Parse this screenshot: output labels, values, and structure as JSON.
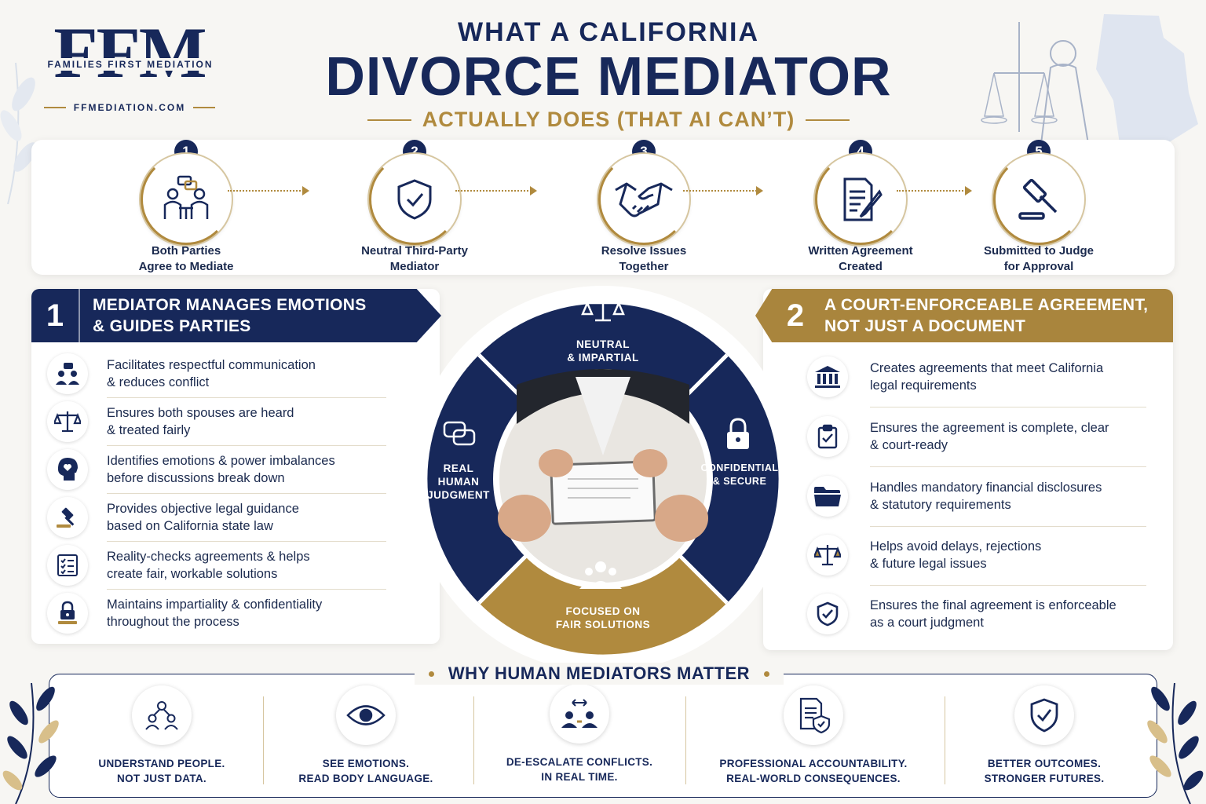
{
  "logo": {
    "mark": "FFM",
    "name": "FAMILIES FIRST MEDIATION",
    "url": "FFMEDIATION.COM"
  },
  "title": {
    "line1": "WHAT A CALIFORNIA",
    "line2": "DIVORCE MEDIATOR",
    "line3": "ACTUALLY DOES (THAT AI CAN’T)"
  },
  "process": [
    {
      "num": "1",
      "label1": "Both Parties",
      "label2": "Agree to Mediate",
      "icon": "meeting-icon"
    },
    {
      "num": "2",
      "label1": "Neutral Third-Party",
      "label2": "Mediator",
      "icon": "shield-check-icon"
    },
    {
      "num": "3",
      "label1": "Resolve Issues",
      "label2": "Together",
      "icon": "handshake-icon"
    },
    {
      "num": "4",
      "label1": "Written Agreement",
      "label2": "Created",
      "icon": "document-pen-icon"
    },
    {
      "num": "5",
      "label1": "Submitted to Judge",
      "label2": "for Approval",
      "icon": "gavel-icon"
    }
  ],
  "left": {
    "num": "1",
    "title1": "MEDIATOR MANAGES EMOTIONS",
    "title2": "& GUIDES PARTIES",
    "items": [
      {
        "l1": "Facilitates respectful communication",
        "l2": "& reduces conflict",
        "icon": "people-chat-icon"
      },
      {
        "l1": "Ensures both spouses are heard",
        "l2": "& treated fairly",
        "icon": "scales-icon"
      },
      {
        "l1": "Identifies emotions & power imbalances",
        "l2": "before discussions break down",
        "icon": "head-heart-icon"
      },
      {
        "l1": "Provides objective legal guidance",
        "l2": "based on California state law",
        "icon": "gavel-icon"
      },
      {
        "l1": "Reality-checks agreements & helps",
        "l2": "create fair, workable solutions",
        "icon": "checklist-icon"
      },
      {
        "l1": "Maintains impartiality & confidentiality",
        "l2": "throughout the process",
        "icon": "lock-person-icon"
      }
    ]
  },
  "right": {
    "num": "2",
    "title1": "A COURT-ENFORCEABLE AGREEMENT,",
    "title2": "NOT JUST A DOCUMENT",
    "items": [
      {
        "l1": "Creates agreements that meet California",
        "l2": "legal requirements",
        "icon": "courthouse-icon"
      },
      {
        "l1": "Ensures the agreement is complete, clear",
        "l2": "& court-ready",
        "icon": "clipboard-check-icon"
      },
      {
        "l1": "Handles mandatory financial disclosures",
        "l2": "& statutory requirements",
        "icon": "folder-icon"
      },
      {
        "l1": "Helps avoid delays, rejections",
        "l2": "& future legal issues",
        "icon": "scales-icon"
      },
      {
        "l1": "Ensures the final agreement is enforceable",
        "l2": "as a court judgment",
        "icon": "shield-check-icon"
      }
    ]
  },
  "wheel": {
    "top": {
      "l1": "NEUTRAL",
      "l2": "& IMPARTIAL"
    },
    "left": {
      "l1": "REAL",
      "l2": "HUMAN",
      "l3": "JUDGMENT"
    },
    "right": {
      "l1": "CONFIDENTIAL",
      "l2": "& SECURE"
    },
    "bottom": {
      "l1": "FOCUSED ON",
      "l2": "FAIR SOLUTIONS"
    }
  },
  "bottom": {
    "title": "WHY HUMAN MEDIATORS MATTER",
    "items": [
      {
        "l1": "UNDERSTAND PEOPLE.",
        "l2": "NOT JUST DATA.",
        "icon": "people-network-icon"
      },
      {
        "l1": "SEE EMOTIONS.",
        "l2": "READ BODY LANGUAGE.",
        "icon": "eye-icon"
      },
      {
        "l1": "DE-ESCALATE CONFLICTS.",
        "l2": "IN REAL TIME.",
        "icon": "two-people-arrows-icon"
      },
      {
        "l1": "PROFESSIONAL ACCOUNTABILITY.",
        "l2": "REAL-WORLD CONSEQUENCES.",
        "icon": "document-shield-icon"
      },
      {
        "l1": "BETTER OUTCOMES.",
        "l2": "STRONGER FUTURES.",
        "icon": "shield-check-icon"
      }
    ]
  },
  "colors": {
    "navy": "#17285a",
    "gold": "#b08a3e",
    "background": "#f7f6f3"
  }
}
